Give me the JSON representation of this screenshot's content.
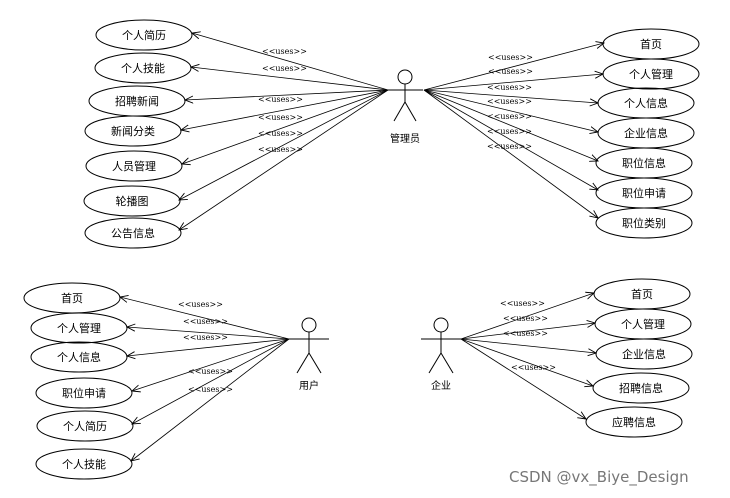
{
  "uses_label": "<<uses>>",
  "watermark": "CSDN @vx_Biye_Design",
  "actors": {
    "admin": {
      "name": "管理员",
      "left_cases": [
        "个人简历",
        "个人技能",
        "招聘新闻",
        "新闻分类",
        "人员管理",
        "轮播图",
        "公告信息"
      ],
      "right_cases": [
        "首页",
        "个人管理",
        "个人信息",
        "企业信息",
        "职位信息",
        "职位申请",
        "职位类别"
      ]
    },
    "user": {
      "name": "用户",
      "cases": [
        "首页",
        "个人管理",
        "个人信息",
        "职位申请",
        "个人简历",
        "个人技能"
      ]
    },
    "company": {
      "name": "企业",
      "cases": [
        "首页",
        "个人管理",
        "企业信息",
        "招聘信息",
        "应聘信息"
      ]
    }
  }
}
